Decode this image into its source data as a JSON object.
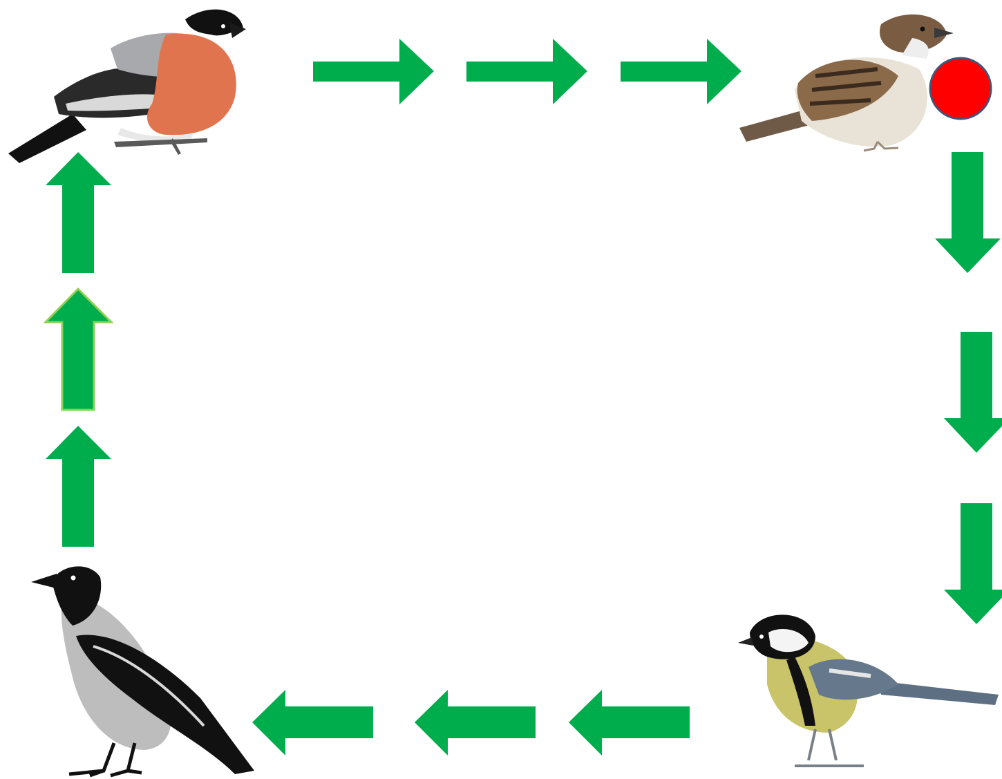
{
  "colors": {
    "arrow": "#00AD4D",
    "arrow_outline_highlight": "#92D050",
    "marker": "#FF0000",
    "marker_outline": "#41547A"
  },
  "birds": [
    {
      "name": "bullfinch",
      "icon": "bullfinch-bird-icon"
    },
    {
      "name": "sparrow",
      "icon": "sparrow-bird-icon"
    },
    {
      "name": "great-tit",
      "icon": "great-tit-bird-icon"
    },
    {
      "name": "hooded-crow",
      "icon": "hooded-crow-bird-icon"
    }
  ],
  "arrows": {
    "top_row": {
      "count": 3,
      "direction": "right"
    },
    "right_column": {
      "count": 3,
      "direction": "down"
    },
    "bottom_row": {
      "count": 3,
      "direction": "left"
    },
    "left_column": {
      "count": 3,
      "direction": "up",
      "highlighted_index": 1
    }
  },
  "marker": {
    "shape": "circle",
    "attached_to": "sparrow"
  }
}
